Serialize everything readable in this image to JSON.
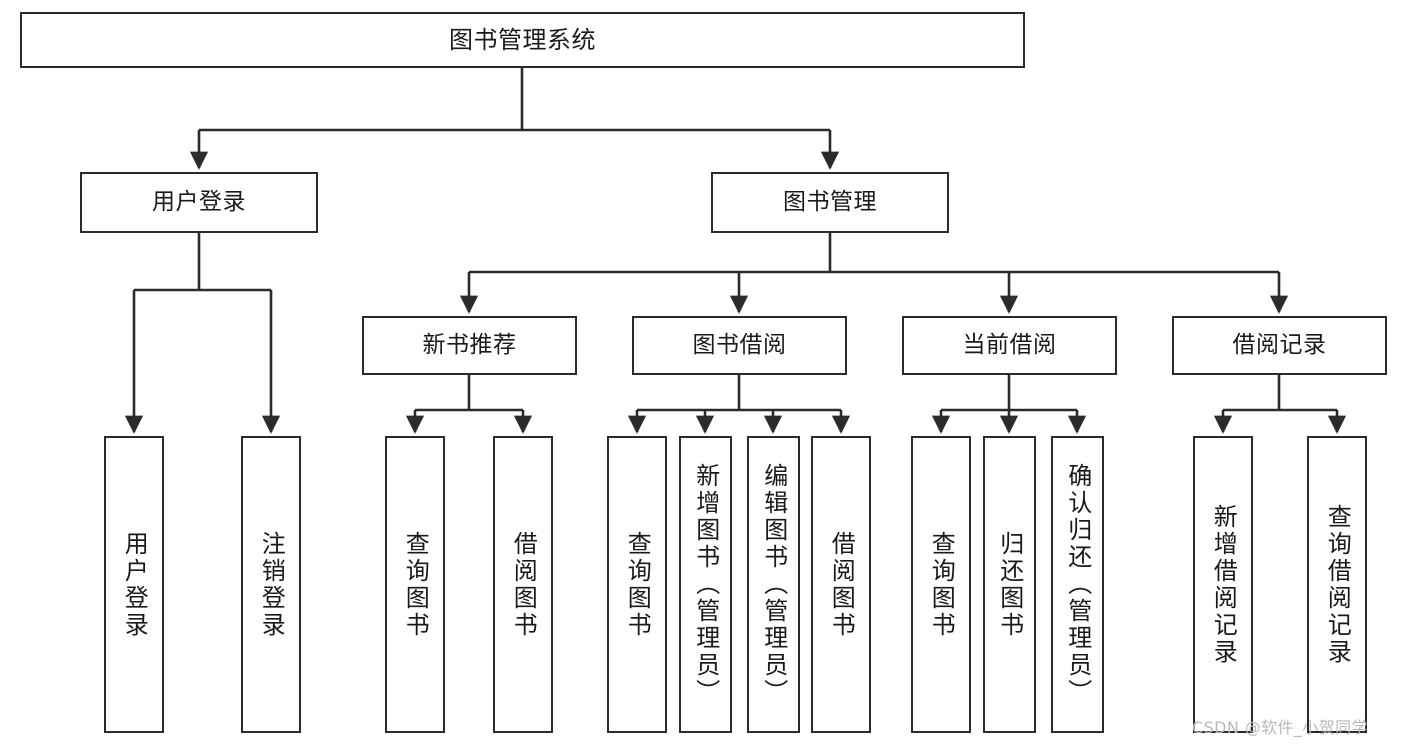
{
  "diagram": {
    "type": "tree-hierarchy",
    "title": "图书管理系统",
    "watermark": "CSDN @软件_小贺同学",
    "colors": {
      "box_border": "#2b2b2b",
      "box_fill": "#ffffff",
      "edge": "#2b2b2b",
      "text": "#1a1a1a",
      "watermark": "#b9b9b9",
      "background": "#ffffff"
    },
    "nodes": {
      "root": {
        "label": "图书管理系统"
      },
      "level2": [
        {
          "id": "user-login",
          "label": "用户登录"
        },
        {
          "id": "book-management",
          "label": "图书管理"
        }
      ],
      "level3": [
        {
          "id": "new-book-recommend",
          "label": "新书推荐"
        },
        {
          "id": "book-borrow",
          "label": "图书借阅"
        },
        {
          "id": "current-borrow",
          "label": "当前借阅"
        },
        {
          "id": "borrow-record",
          "label": "借阅记录"
        }
      ],
      "leaves": {
        "user_login": [
          {
            "id": "leaf-user-login",
            "label": "用户登录"
          },
          {
            "id": "leaf-logout-login",
            "label": "注销登录"
          }
        ],
        "new_book_recommend": [
          {
            "id": "leaf-query-book-1",
            "label": "查询图书"
          },
          {
            "id": "leaf-borrow-book-1",
            "label": "借阅图书"
          }
        ],
        "book_borrow": [
          {
            "id": "leaf-query-book-2",
            "label": "查询图书"
          },
          {
            "id": "leaf-add-book",
            "label": "新增图书（管理员）"
          },
          {
            "id": "leaf-edit-book",
            "label": "编辑图书（管理员）"
          },
          {
            "id": "leaf-borrow-book-2",
            "label": "借阅图书"
          }
        ],
        "current_borrow": [
          {
            "id": "leaf-query-book-3",
            "label": "查询图书"
          },
          {
            "id": "leaf-return-book",
            "label": "归还图书"
          },
          {
            "id": "leaf-confirm-return",
            "label": "确认归还（管理员）"
          }
        ],
        "borrow_record": [
          {
            "id": "leaf-add-record",
            "label": "新增借阅记录"
          },
          {
            "id": "leaf-query-record",
            "label": "查询借阅记录"
          }
        ]
      }
    }
  }
}
